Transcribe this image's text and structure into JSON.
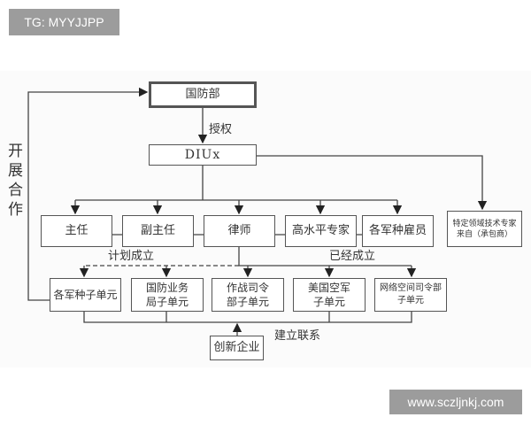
{
  "watermark_top": "TG: MYYJJPP",
  "watermark_bottom": "www.sczljnkj.com",
  "nodes": {
    "mod": "国防部",
    "authorize": "授权",
    "diux": "DIUx",
    "experts": "特定领域技术专家来自（承包商）",
    "staff": [
      "主任",
      "副主任",
      "律师",
      "高水平专家",
      "各军种雇员"
    ],
    "units": [
      "各军种子单元",
      "国防业务局子单元",
      "作战司令部子单元",
      "美国空军子单元",
      "网络空间司令部子单元"
    ],
    "enterprise": "创新企业"
  },
  "labels": {
    "cooperate": "开展合作",
    "planned": "计划成立",
    "established": "已经成立",
    "connect": "建立联系"
  }
}
